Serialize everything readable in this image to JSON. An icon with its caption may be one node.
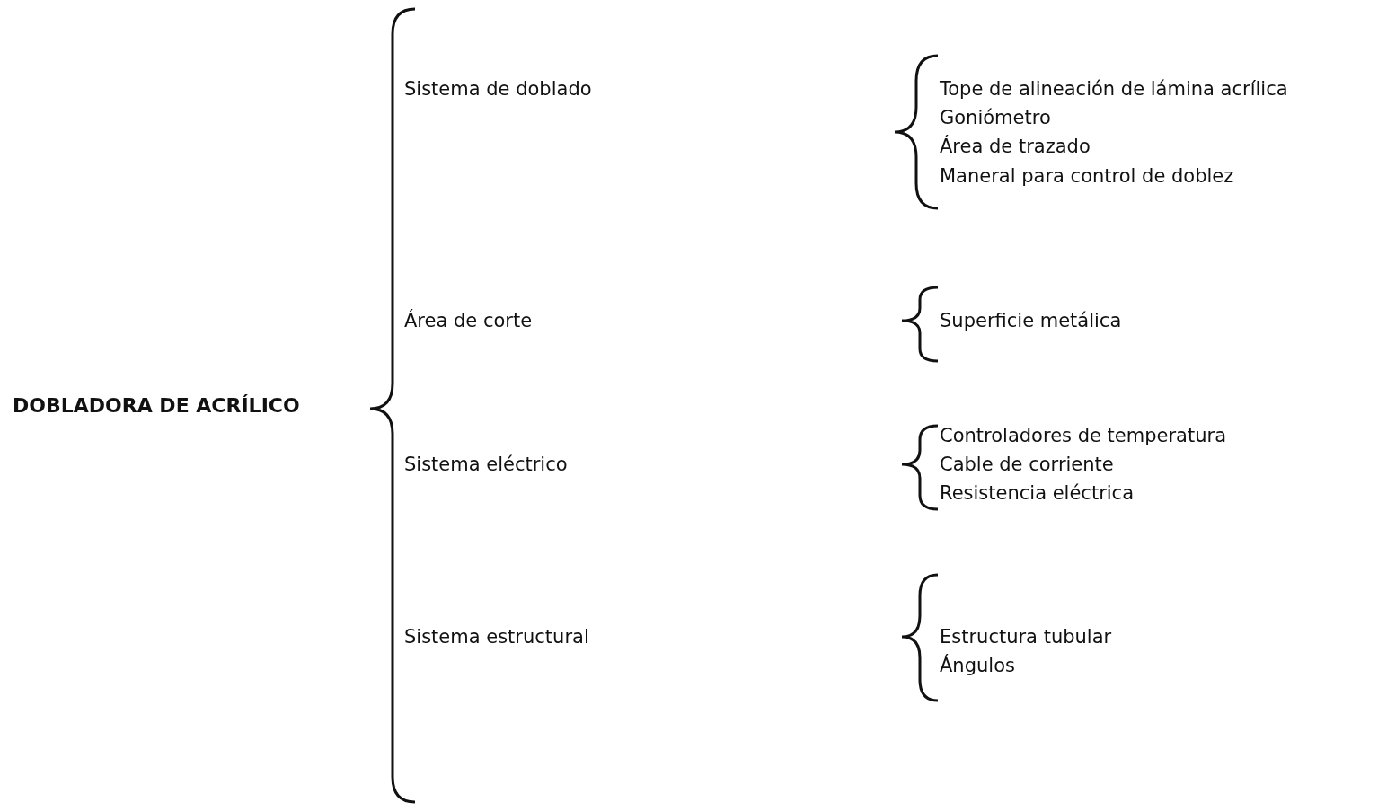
{
  "diagram": {
    "labels": [
      "DOBLADORA DE ACRÍLICO",
      "Sistema de doblado",
      "Tope de alineación de lámina acrílica",
      "Goniómetro",
      "Área de trazado",
      "Maneral para control de doblez",
      "Área de corte",
      "Superficie metálica",
      "Sistema eléctrico",
      "Controladores de temperatura",
      "Cable de corriente",
      "Resistencia eléctrica",
      "Sistema estructural",
      "Estructura tubular",
      "Ángulos"
    ]
  }
}
